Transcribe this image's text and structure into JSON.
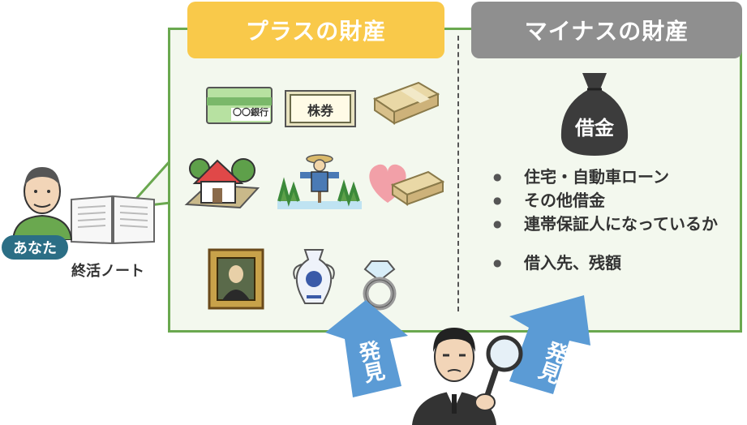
{
  "tabs": {
    "plus": "プラスの財産",
    "minus": "マイナスの財産"
  },
  "plus_items": {
    "bankbook": "〇〇銀行",
    "stock": "株券"
  },
  "minus": {
    "bag_label": "借金",
    "list": [
      "住宅・自動車ローン",
      "その他借金",
      "連帯保証人になっているか",
      "借入先、残額"
    ]
  },
  "person": {
    "you": "あなた",
    "note": "終活ノート"
  },
  "arrows": {
    "left": "発見",
    "right": "発見"
  },
  "colors": {
    "frame": "#6aa84f",
    "plus_tab": "#f9c94a",
    "minus_tab": "#8f8f8f",
    "arrow": "#5b9bd5"
  }
}
